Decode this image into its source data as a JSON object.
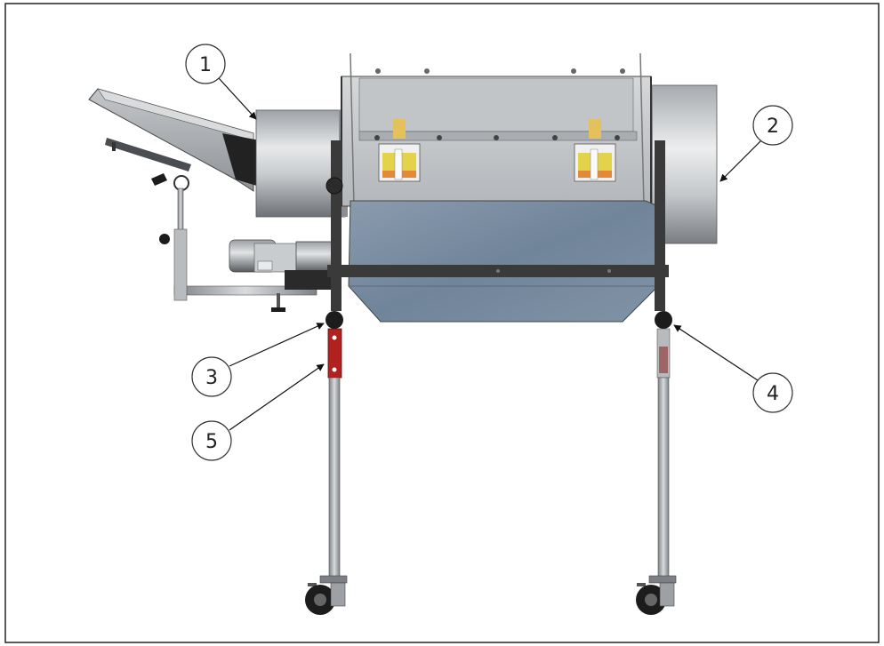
{
  "callouts": [
    {
      "id": "callout-1",
      "label": "1"
    },
    {
      "id": "callout-2",
      "label": "2"
    },
    {
      "id": "callout-3",
      "label": "3"
    },
    {
      "id": "callout-4",
      "label": "4"
    },
    {
      "id": "callout-5",
      "label": "5"
    }
  ],
  "colors": {
    "frame_dark": "#3a3a3a",
    "hopper_body": "#a9adb2",
    "drum_cylinder": "#b8bcc0",
    "tray_blue": "#7d8ea0",
    "knob_black": "#1c1c1c",
    "red_clamp": "#b0211f",
    "warning_yellow": "#e3d34a",
    "warning_orange": "#e28a3a"
  }
}
